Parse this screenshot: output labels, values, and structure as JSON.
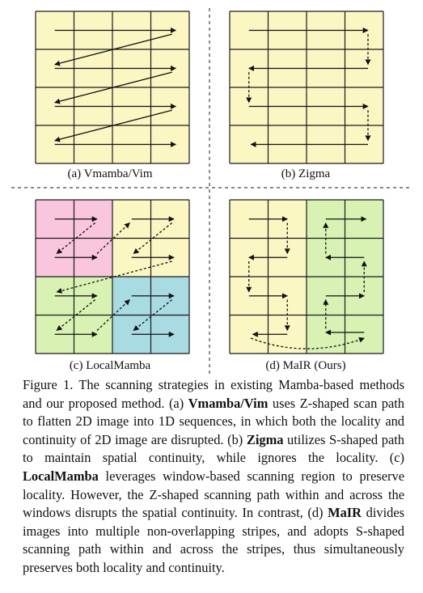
{
  "subfigures": [
    {
      "id": "a",
      "caption": "(a) Vmamba/Vim"
    },
    {
      "id": "b",
      "caption": "(b) Zigma"
    },
    {
      "id": "c",
      "caption": "(c) LocalMamba"
    },
    {
      "id": "d",
      "caption": "(d) MaIR (Ours)"
    }
  ],
  "colors": {
    "yellow": "#fbf7c3",
    "pink": "#f9c6de",
    "green": "#d7f2b2",
    "blue": "#a8dbe2",
    "grid_line": "#1a1a1a",
    "divider": "#444444"
  },
  "caption": {
    "label": "Figure 1.",
    "p1": " The scanning strategies in existing Mamba-based methods and our proposed method. (a) ",
    "b1": "Vmamba/Vim",
    "p2": " uses Z-shaped scan path to flatten 2D image into 1D sequences, in which both the locality and continuity of 2D image are disrupted. (b) ",
    "b2": "Zigma",
    "p3": " utilizes S-shaped path to maintain spatial continuity, while ignores the locality. (c) ",
    "b3": "LocalMamba",
    "p4": " leverages window-based scanning region to preserve locality. However, the Z-shaped scanning path within and across the windows disrupts the spatial continuity. In contrast, (d) ",
    "b4": "MaIR",
    "p5": " divides images into multiple non-overlapping stripes, and adopts S-shaped scanning path within and across the stripes, thus simultaneously preserves both locality and continuity."
  }
}
